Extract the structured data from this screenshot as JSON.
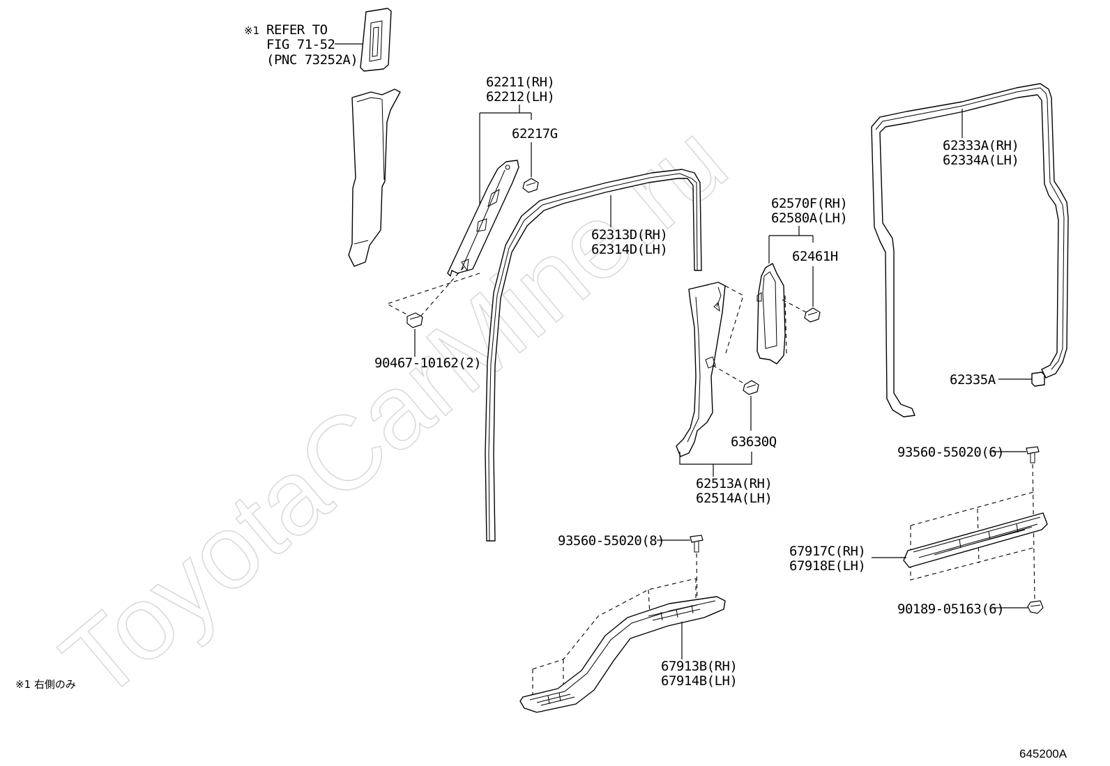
{
  "watermark": "ToyotaCarMine.ru",
  "note": {
    "refer_lines": [
      "REFER TO",
      "FIG 71-52",
      "(PNC 73252A)"
    ],
    "refer_mark": "※1",
    "footnote": "※1 右側のみ"
  },
  "figure_code": "645200A",
  "parts": {
    "p62211": [
      "62211(RH)",
      "62212(LH)"
    ],
    "p62217": "62217G",
    "p90467": "90467-10162(2)",
    "p62313": [
      "62313D(RH)",
      "62314D(LH)"
    ],
    "p62570": [
      "62570F(RH)",
      "62580A(LH)"
    ],
    "p62461": "62461H",
    "p63630": "63630Q",
    "p62513": [
      "62513A(RH)",
      "62514A(LH)"
    ],
    "p62333": [
      "62333A(RH)",
      "62334A(LH)"
    ],
    "p62335": "62335A",
    "p93560a": "93560-55020(6)",
    "p67917": [
      "67917C(RH)",
      "67918E(LH)"
    ],
    "p90189": "90189-05163(6)",
    "p93560b": "93560-55020(8)",
    "p67913": [
      "67913B(RH)",
      "67914B(LH)"
    ]
  }
}
